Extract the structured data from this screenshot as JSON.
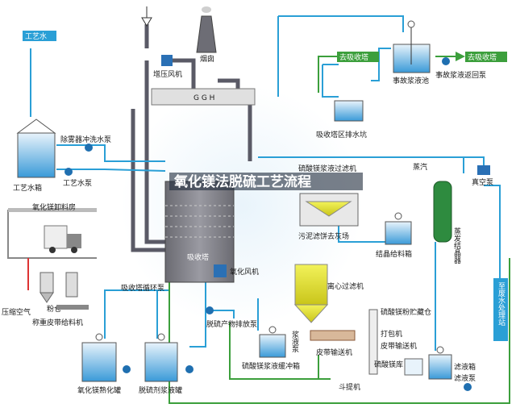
{
  "title": "氧化镁法脱硫工艺流程",
  "labels": {
    "process_water": "工艺水",
    "chimney": "烟囱",
    "booster_fan": "增压风机",
    "ggh": "G G H",
    "to_absorber_1": "去吸收塔",
    "to_absorber_2": "去吸收塔",
    "accident_tank": "事故浆液池",
    "accident_return_pump": "事故浆液返回泵",
    "sump": "吸收塔区排水坑",
    "demister_pump": "除雾器冲洗水泵",
    "water_tank": "工艺水箱",
    "water_pump": "工艺水泵",
    "mgo_house": "氧化镁卸料房",
    "mgso4_filter": "硫酸镁浆液过滤机",
    "steam": "蒸汽",
    "vacuum_pump": "真空泵",
    "sludge": "污泥滤饼去灰场",
    "crystal_feed_tank": "结晶给料箱",
    "evaporative_crystallizer": "蒸发结晶器",
    "absorber": "吸收塔",
    "circ_pump": "吸收塔循环泵",
    "oxidation_fan": "氧化风机",
    "compressed_air": "压缩空气",
    "powder_bin": "粉仓",
    "weigh_feeder": "称重皮带给料机",
    "centrifuge": "离心过滤机",
    "mgso4_bin": "硫酸镁粉贮藏仓",
    "packer": "打包机",
    "belt_conveyor_1": "皮带输送机",
    "byproduct_pump": "脱硫产物排放泵",
    "buffer_tank": "硫酸镁浆液缓冲箱",
    "slurry_pump": "浆液泵",
    "belt_conveyor_2": "皮带输送机",
    "mgso4_store": "硫酸镁库",
    "bucket_elevator": "斗提机",
    "filtrate_tank": "滤液箱",
    "filtrate_pump": "滤液泵",
    "wastewater": "至废水处理站",
    "mg_slaking_tank": "氧化镁熟化罐",
    "reagent_tank": "脱硫剂浆液罐"
  },
  "colors": {
    "water_line": "#2a9fd6",
    "flue_gas": "#5a5a66",
    "slurry_line": "#3c9f3c",
    "equipment": "#9ec8e8",
    "tower": "#7d7d85"
  }
}
